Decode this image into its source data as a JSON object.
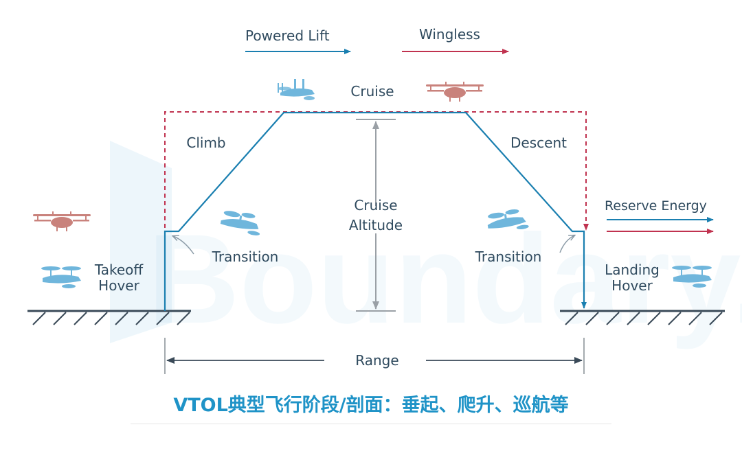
{
  "legend": {
    "powered_lift": "Powered Lift",
    "wingless": "Wingless",
    "reserve_energy": "Reserve Energy"
  },
  "phases": {
    "cruise": "Cruise",
    "climb": "Climb",
    "descent": "Descent",
    "transition_left": "Transition",
    "transition_right": "Transition",
    "takeoff_hover_1": "Takeoff",
    "takeoff_hover_2": "Hover",
    "landing_hover_1": "Landing",
    "landing_hover_2": "Hover",
    "cruise_altitude_1": "Cruise",
    "cruise_altitude_2": "Altitude",
    "range": "Range"
  },
  "watermark": "Boundary.AI",
  "caption": "VTOL典型飞行阶段/剖面：垂起、爬升、巡航等",
  "colors": {
    "powered_lift": "#1a7fb0",
    "wingless": "#c0324f",
    "text": "#2f4a5e",
    "caption": "#1f93c7",
    "aircraft_blue": "#6fb6dc",
    "aircraft_red": "#c9827c",
    "dimension": "#9aa0a6",
    "ground": "#3a4a58"
  }
}
